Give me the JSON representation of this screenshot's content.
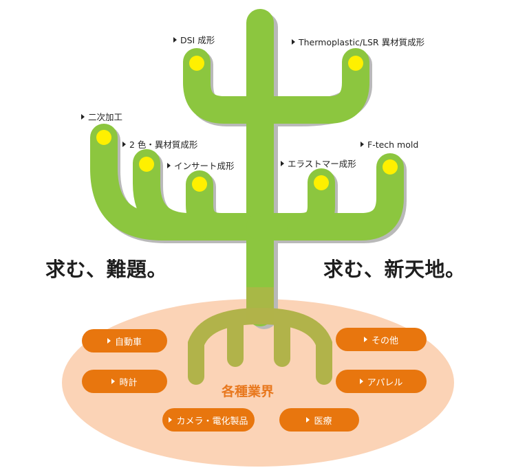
{
  "colors": {
    "trunk": "#8cc63f",
    "trunk_shadow": "#b9b9b9",
    "bud": "#fff000",
    "soil": "#fbd3b6",
    "roots": "#b1b34a",
    "pill": "#e8760e",
    "industry_title": "#e8781e"
  },
  "branches": [
    {
      "label": "DSI 成形"
    },
    {
      "label": "Thermoplastic/LSR 異材質成形"
    },
    {
      "label": "二次加工"
    },
    {
      "label": "2 色・異材質成形"
    },
    {
      "label": "インサート成形"
    },
    {
      "label": "エラストマー成形"
    },
    {
      "label": "F-tech mold"
    }
  ],
  "slogans": {
    "left": "求む、難題。",
    "right": "求む、新天地。"
  },
  "industries": {
    "title": "各種業界",
    "items": [
      {
        "label": "自動車"
      },
      {
        "label": "時計"
      },
      {
        "label": "カメラ・電化製品"
      },
      {
        "label": "医療"
      },
      {
        "label": "アパレル"
      },
      {
        "label": "その他"
      }
    ]
  }
}
